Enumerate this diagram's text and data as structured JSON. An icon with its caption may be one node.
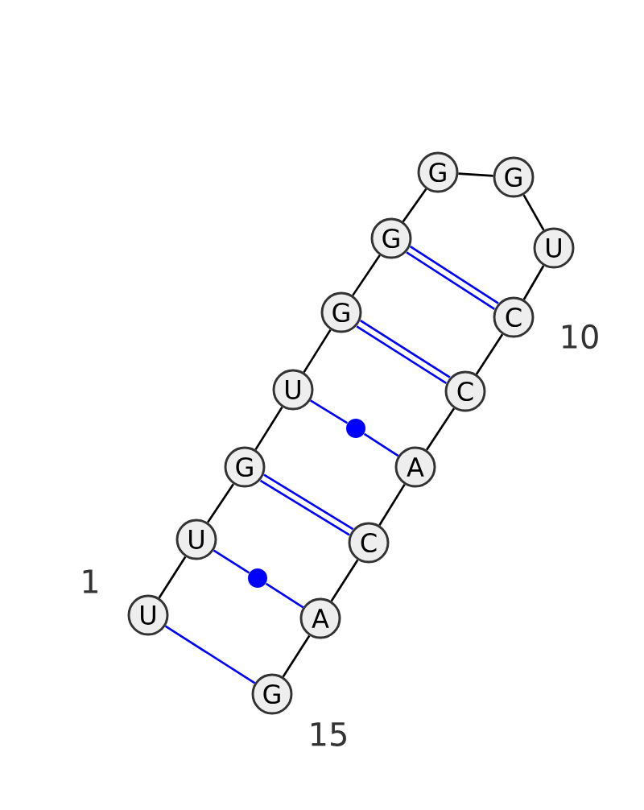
{
  "diagram": {
    "nodes": [
      {
        "text": [
          "U"
        ]
      },
      {
        "text": [
          "U"
        ]
      },
      {
        "text": [
          "G"
        ]
      },
      {
        "text": [
          "U"
        ]
      },
      {
        "text": [
          "G"
        ]
      },
      {
        "text": [
          "G"
        ]
      },
      {
        "text": [
          "G"
        ]
      },
      {
        "text": [
          "G"
        ]
      },
      {
        "text": [
          "U"
        ]
      },
      {
        "text": [
          "C"
        ]
      },
      {
        "text": [
          "C"
        ]
      },
      {
        "text": [
          "A"
        ]
      },
      {
        "text": [
          "C"
        ]
      },
      {
        "text": [
          "A"
        ]
      },
      {
        "text": [
          "G"
        ]
      },
      {
        "text": [],
        "shape": "circle"
      },
      {
        "text": [],
        "shape": "circle"
      }
    ],
    "edges": [
      {
        "from": 0,
        "to": 1,
        "arrow": "none"
      },
      {
        "from": 1,
        "to": 2,
        "arrow": "none"
      },
      {
        "from": 2,
        "to": 3,
        "arrow": "none"
      },
      {
        "from": 3,
        "to": 4,
        "arrow": "none"
      },
      {
        "from": 4,
        "to": 5,
        "arrow": "none"
      },
      {
        "from": 5,
        "to": 6,
        "arrow": "none"
      },
      {
        "from": 6,
        "to": 7,
        "arrow": "none"
      },
      {
        "from": 7,
        "to": 8,
        "arrow": "none"
      },
      {
        "from": 8,
        "to": 9,
        "arrow": "none"
      },
      {
        "from": 9,
        "to": 10,
        "arrow": "none"
      },
      {
        "from": 10,
        "to": 11,
        "arrow": "none"
      },
      {
        "from": 11,
        "to": 12,
        "arrow": "none"
      },
      {
        "from": 12,
        "to": 13,
        "arrow": "none"
      },
      {
        "from": 13,
        "to": 14,
        "arrow": "none"
      },
      {
        "from": 5,
        "to": 9,
        "arrow": "none",
        "style": "thick",
        "color": "#0000ff"
      },
      {
        "from": 4,
        "to": 10,
        "arrow": "none",
        "style": "thick",
        "color": "#0000ff"
      },
      {
        "from": 3,
        "to": 15,
        "arrow": "none",
        "color": "#0000ff"
      },
      {
        "from": 15,
        "to": 11,
        "arrow": "none",
        "color": "#0000ff"
      },
      {
        "from": 2,
        "to": 12,
        "arrow": "none",
        "style": "thick",
        "color": "#0000ff"
      },
      {
        "from": 1,
        "to": 16,
        "arrow": "none",
        "color": "#0000ff"
      },
      {
        "from": 16,
        "to": 13,
        "arrow": "none",
        "color": "#0000ff"
      },
      {
        "from": 0,
        "to": 14,
        "arrow": "none",
        "color": "#0000ff"
      }
    ],
    "labels": [
      "1",
      "10",
      "15"
    ]
  }
}
